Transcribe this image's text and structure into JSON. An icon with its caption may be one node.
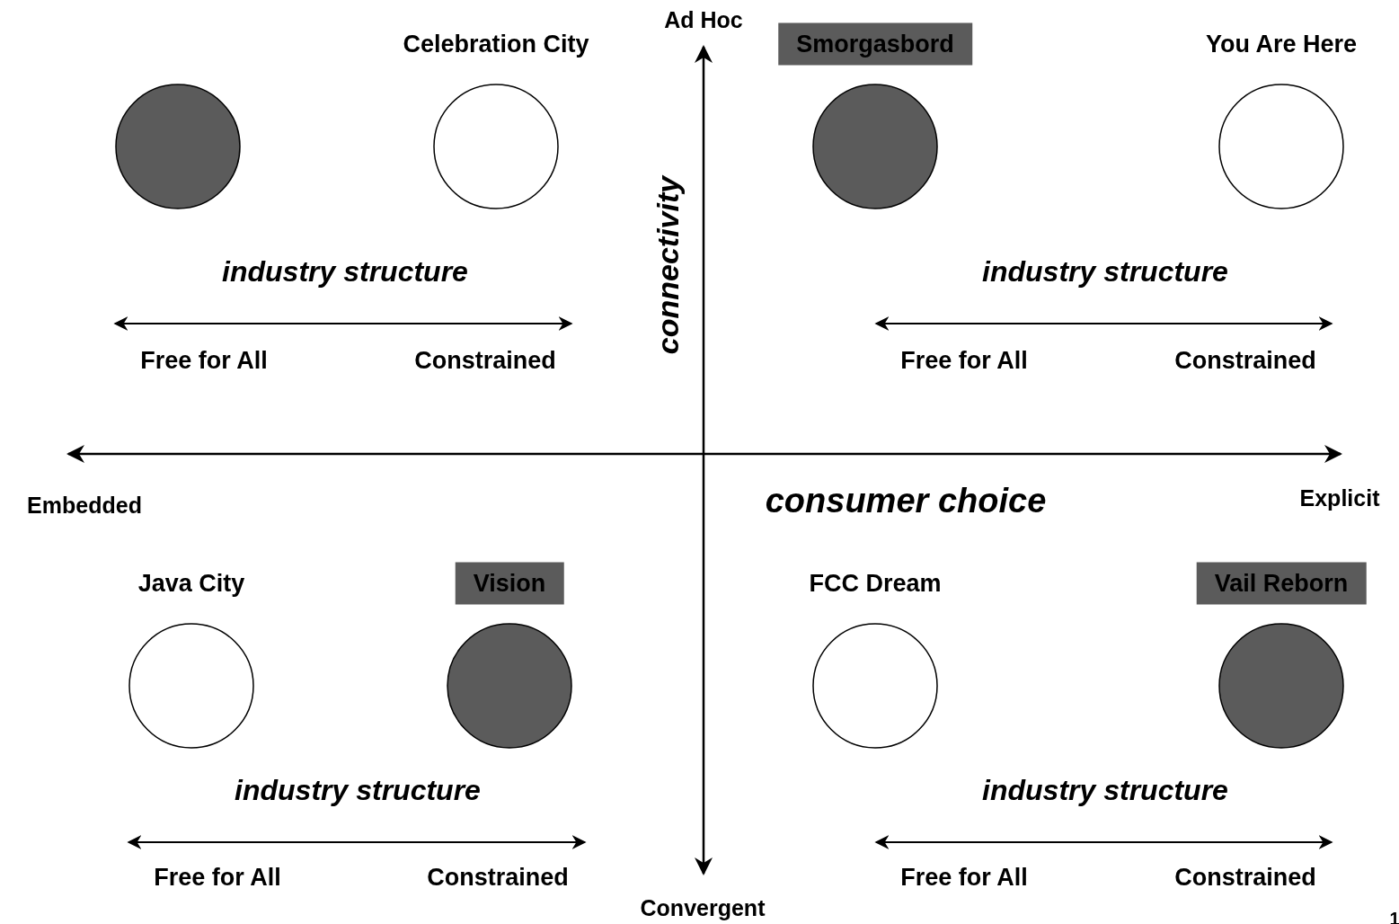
{
  "diagram": {
    "nodes": [
      {
        "text": [
          "Celebration City"
        ]
      },
      {
        "text": [
          "Smorgasbord"
        ]
      },
      {
        "text": [
          "You Are Here"
        ]
      },
      {
        "text": [],
        "shape": "circle"
      },
      {
        "text": [],
        "shape": "circle"
      },
      {
        "text": [],
        "shape": "circle"
      },
      {
        "text": [],
        "shape": "circle"
      },
      {
        "text": [
          "Java City"
        ]
      },
      {
        "text": [
          "Vision"
        ]
      },
      {
        "text": [
          "FCC Dream"
        ]
      },
      {
        "text": [
          "Vail Reborn"
        ]
      },
      {
        "text": [],
        "shape": "circle"
      },
      {
        "text": [],
        "shape": "circle"
      },
      {
        "text": [],
        "shape": "circle"
      },
      {
        "text": [],
        "shape": "circle"
      }
    ],
    "edges": [],
    "labels": [
      "Ad Hoc",
      "connectivity",
      "industry structure",
      "industry structure",
      "Free for All",
      "Constrained",
      "Free for All",
      "Constrained",
      "Embedded",
      "consumer choice",
      "Explicit",
      "industry structure",
      "industry structure",
      "Free for All",
      "Constrained",
      "Free for All",
      "Constrained",
      "Convergent",
      "1"
    ]
  }
}
